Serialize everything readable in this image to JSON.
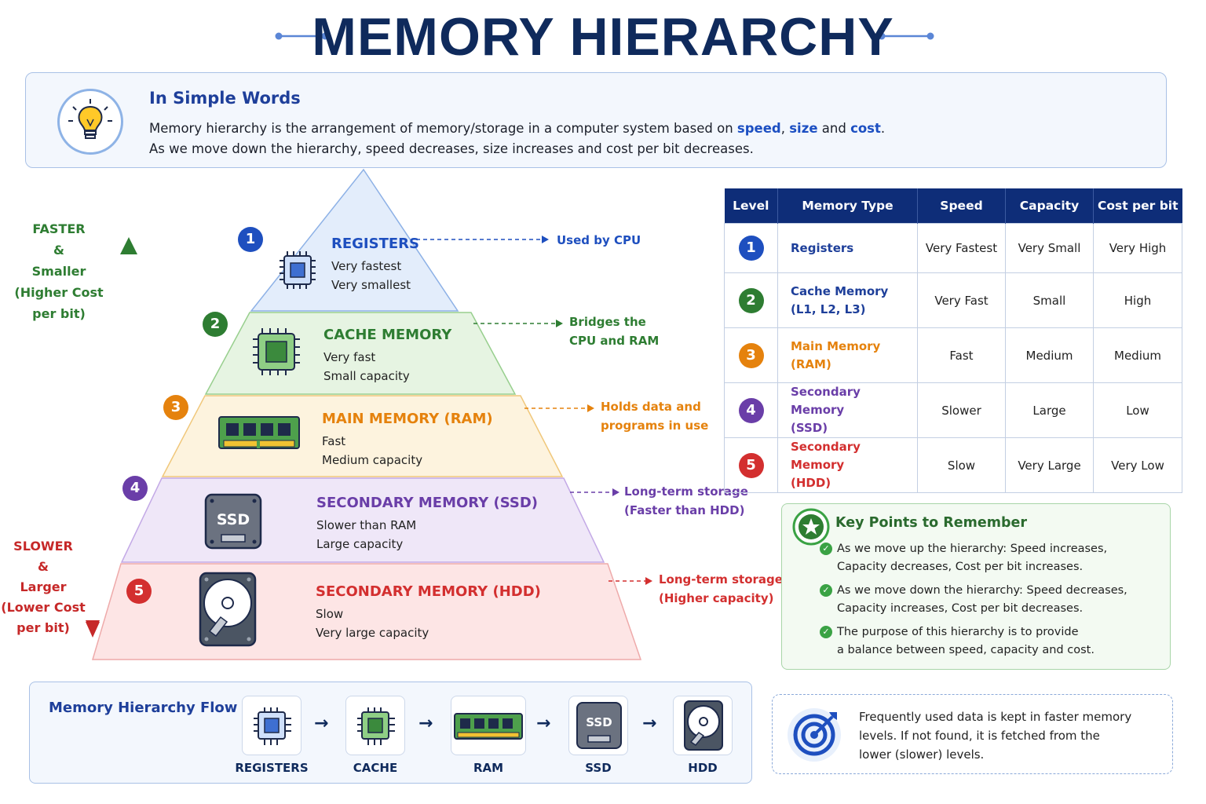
{
  "title": "MEMORY HIERARCHY",
  "intro": {
    "heading": "In Simple Words",
    "line1_prefix": "Memory hierarchy is the arrangement of memory/storage in a computer system based on ",
    "kw_speed": "speed",
    "comma": ", ",
    "kw_size": "size",
    "and": " and ",
    "kw_cost": "cost",
    "period": ".",
    "line2": "As we move down the hierarchy, speed decreases, size increases and cost per bit decreases."
  },
  "side": {
    "up": [
      "FASTER",
      "&",
      "Smaller",
      "(Higher Cost",
      "per bit)"
    ],
    "down": [
      "SLOWER",
      "&",
      "Larger",
      "(Lower Cost",
      "per bit)"
    ]
  },
  "levels": [
    {
      "num": "1",
      "name": "REGISTERS",
      "line1": "Very fastest",
      "line2": "Very smallest",
      "callout": [
        "Used by CPU"
      ],
      "color": "#1e4fbf",
      "fill": "#e3edfb",
      "stroke": "#8db1e6"
    },
    {
      "num": "2",
      "name": "CACHE MEMORY",
      "line1": "Very fast",
      "line2": "Small capacity",
      "callout": [
        "Bridges the",
        "CPU and RAM"
      ],
      "color": "#2e7d32",
      "fill": "#e6f4e2",
      "stroke": "#98cf8e"
    },
    {
      "num": "3",
      "name": "MAIN MEMORY (RAM)",
      "line1": "Fast",
      "line2": "Medium capacity",
      "callout": [
        "Holds data and",
        "programs in use"
      ],
      "color": "#e5820d",
      "fill": "#fdf3de",
      "stroke": "#f0c77a"
    },
    {
      "num": "4",
      "name": "SECONDARY MEMORY (SSD)",
      "line1": "Slower than RAM",
      "line2": "Large capacity",
      "callout": [
        "Long-term storage",
        "(Faster than HDD)"
      ],
      "color": "#6a3ea8",
      "fill": "#efe7f8",
      "stroke": "#c3a9e6"
    },
    {
      "num": "5",
      "name": "SECONDARY MEMORY (HDD)",
      "line1": "Slow",
      "line2": "Very large capacity",
      "callout": [
        "Long-term storage",
        "(Higher capacity)"
      ],
      "color": "#d32f2f",
      "fill": "#fde5e5",
      "stroke": "#eeaaaa"
    }
  ],
  "ssd_icon_label": "SSD",
  "table": {
    "headers": [
      "Level",
      "Memory Type",
      "Speed",
      "Capacity",
      "Cost per bit"
    ],
    "rows": [
      {
        "level": "1",
        "type1": "Registers",
        "type2": "",
        "speed": "Very Fastest",
        "capacity": "Very Small",
        "cost": "Very High",
        "color": "#1e4fbf",
        "textcolor": "#1e3f9a"
      },
      {
        "level": "2",
        "type1": "Cache Memory",
        "type2": "(L1, L2, L3)",
        "speed": "Very Fast",
        "capacity": "Small",
        "cost": "High",
        "color": "#2e7d32",
        "textcolor": "#1e3f9a"
      },
      {
        "level": "3",
        "type1": "Main Memory",
        "type2": "(RAM)",
        "speed": "Fast",
        "capacity": "Medium",
        "cost": "Medium",
        "color": "#e5820d",
        "textcolor": "#e5820d"
      },
      {
        "level": "4",
        "type1": "Secondary Memory",
        "type2": "(SSD)",
        "speed": "Slower",
        "capacity": "Large",
        "cost": "Low",
        "color": "#6a3ea8",
        "textcolor": "#6a3ea8"
      },
      {
        "level": "5",
        "type1": "Secondary Memory",
        "type2": "(HDD)",
        "speed": "Slow",
        "capacity": "Very Large",
        "cost": "Very Low",
        "color": "#d32f2f",
        "textcolor": "#d32f2f"
      }
    ]
  },
  "key_points": {
    "heading": "Key Points to Remember",
    "items": [
      [
        "As we move up the hierarchy: Speed increases,",
        "Capacity decreases, Cost per bit increases."
      ],
      [
        "As we move down the hierarchy: Speed decreases,",
        "Capacity increases, Cost per bit decreases."
      ],
      [
        "The purpose of this hierarchy is to provide",
        "a balance between speed, capacity and cost."
      ]
    ]
  },
  "flow": {
    "heading": "Memory Hierarchy Flow",
    "labels": [
      "REGISTERS",
      "CACHE",
      "RAM",
      "SSD",
      "HDD"
    ],
    "arrow": "→"
  },
  "note": [
    "Frequently used data is kept in faster memory",
    "levels. If not found, it is fetched from the",
    "lower (slower) levels."
  ]
}
